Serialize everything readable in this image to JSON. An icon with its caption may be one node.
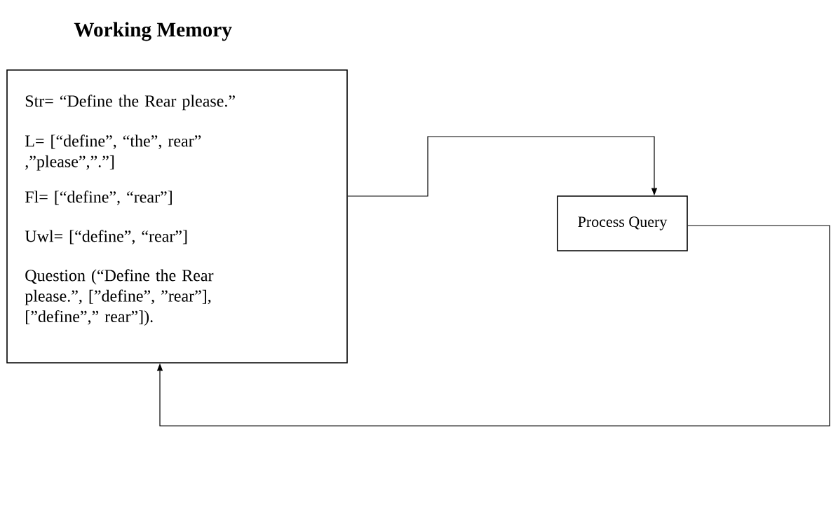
{
  "diagram": {
    "nodes": [
      {
        "text": [
          "Working Memory",
          "Str= “Define the Rear please.”",
          "L= [“define”, “the”, rear” ,”please”,”.”]",
          "Fl= [“define”, “rear”]",
          "Uwl= [“define”, “rear”]",
          "Question (“Define the Rear please.”, [”define”, ”rear”], [”define”,” rear”])."
        ]
      },
      {
        "text": [
          "Process Query"
        ]
      }
    ],
    "edges": [
      {
        "from": 0,
        "to": 1,
        "arrow": "to"
      },
      {
        "from": 1,
        "to": 0,
        "arrow": "to"
      }
    ]
  }
}
